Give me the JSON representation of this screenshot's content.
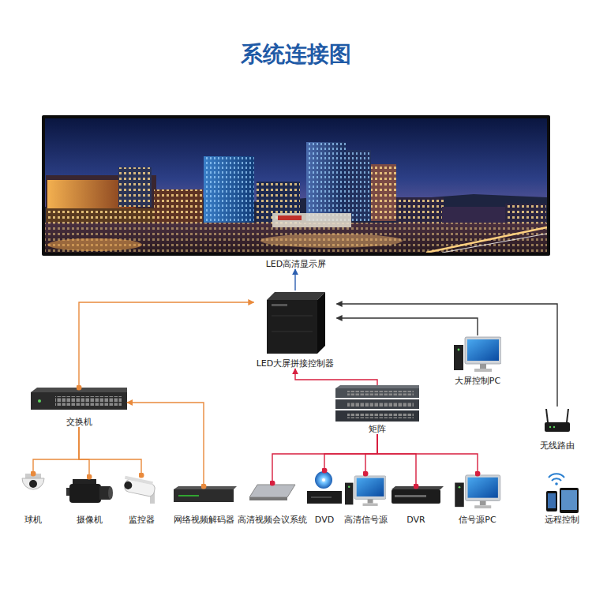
{
  "diagram": {
    "title": "系统连接图",
    "nodes": [
      {
        "text": [
          "LED高清显示屏"
        ]
      },
      {
        "text": [
          "LED大屏拼接控制器"
        ]
      },
      {
        "text": [
          "大屏控制PC"
        ]
      },
      {
        "text": [
          "交换机"
        ]
      },
      {
        "text": [
          "矩阵"
        ]
      },
      {
        "text": [
          "无线路由"
        ]
      },
      {
        "text": [
          "球机"
        ]
      },
      {
        "text": [
          "摄像机"
        ]
      },
      {
        "text": [
          "监控器"
        ]
      },
      {
        "text": [
          "网络视频解码器"
        ]
      },
      {
        "text": [
          "高清视频会议系统"
        ]
      },
      {
        "text": [
          "DVD"
        ]
      },
      {
        "text": [
          "高清信号源"
        ]
      },
      {
        "text": [
          "DVR"
        ]
      },
      {
        "text": [
          "信号源PC"
        ]
      },
      {
        "text": [
          "远程控制"
        ]
      }
    ],
    "edges": [
      {
        "from": 1,
        "to": 0,
        "arrow": "to"
      },
      {
        "from": 3,
        "to": 1,
        "arrow": "to"
      },
      {
        "from": 3,
        "to": 6,
        "arrow": "none"
      },
      {
        "from": 3,
        "to": 7,
        "arrow": "none"
      },
      {
        "from": 3,
        "to": 8,
        "arrow": "none"
      },
      {
        "from": 9,
        "to": 3,
        "arrow": "to"
      },
      {
        "from": 4,
        "to": 1,
        "arrow": "to"
      },
      {
        "from": 10,
        "to": 4,
        "arrow": "none"
      },
      {
        "from": 11,
        "to": 4,
        "arrow": "none"
      },
      {
        "from": 12,
        "to": 4,
        "arrow": "none"
      },
      {
        "from": 13,
        "to": 4,
        "arrow": "none"
      },
      {
        "from": 14,
        "to": 4,
        "arrow": "none"
      },
      {
        "from": 2,
        "to": 1,
        "arrow": "to"
      },
      {
        "from": 5,
        "to": 1,
        "arrow": "to"
      }
    ]
  }
}
